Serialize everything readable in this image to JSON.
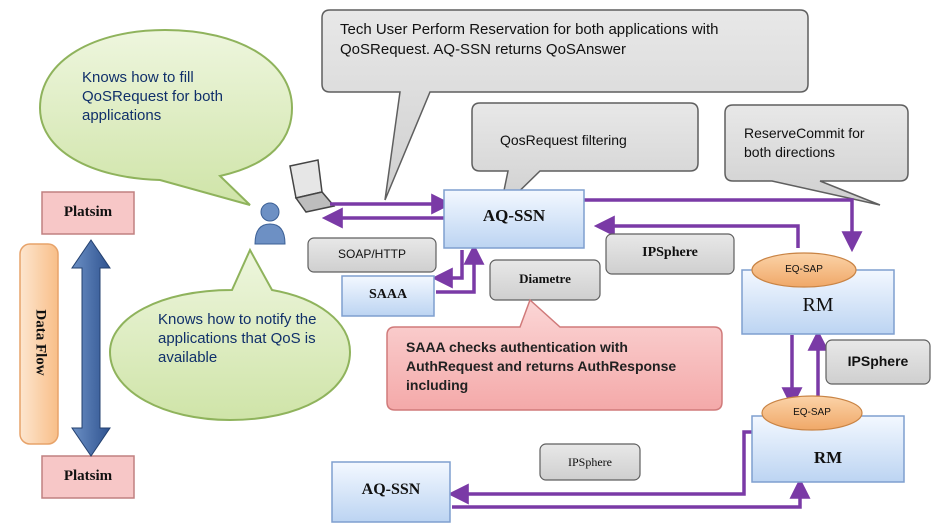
{
  "colors": {
    "arrow": "#7a3aa6",
    "bubble_green_fill": "#dfeec2",
    "bubble_green_stroke": "#8fb35c",
    "callout_gray": "#d6d6d6",
    "callout_gray_stroke": "#5f5f5f",
    "node_blue_top": "#f3f8ff",
    "node_blue_bottom": "#bcd4f2",
    "node_blue_stroke": "#7f9fcf",
    "platsim_fill": "#f7c7c7",
    "platsim_stroke": "#c08080",
    "eqsap_fill": "#f6c08a",
    "red_note_fill": "#f9c4c4",
    "red_note_stroke": "#d07a7a",
    "dataflow_fill": "#fbd5b2",
    "dataflow_arrow": "#4a6fa0"
  },
  "bubbles": {
    "fill_qos": "Knows how to fill QoSRequest for both applications",
    "notify_qos": "Knows how to notify the applications that QoS is available"
  },
  "callouts": {
    "tech_user": "Tech User Perform Reservation for both applications with QoSRequest. AQ-SSN returns QoSAnswer",
    "qos_filtering": "QosRequest filtering",
    "reserve_commit": "ReserveCommit for both directions"
  },
  "nodes": {
    "aq_ssn_top": "AQ-SSN",
    "aq_ssn_bottom": "AQ-SSN",
    "saaa": "SAAA",
    "rm_top": "RM",
    "rm_bottom": "RM",
    "eq_sap_top": "EQ-SAP",
    "eq_sap_bottom": "EQ-SAP",
    "platsim_top": "Platsim",
    "platsim_bottom": "Platsim",
    "data_flow": "Data Flow"
  },
  "labels": {
    "soap_http": "SOAP/HTTP",
    "diametre": "Diametre",
    "ipsphere_center": "IPSphere",
    "ipsphere_right": "IPSphere",
    "ipsphere_bottom": "IPSphere"
  },
  "notes": {
    "saaa_auth": "SAAA checks authentication with AuthRequest and returns AuthResponse including"
  },
  "icons": [
    "user-icon",
    "laptop-icon"
  ]
}
